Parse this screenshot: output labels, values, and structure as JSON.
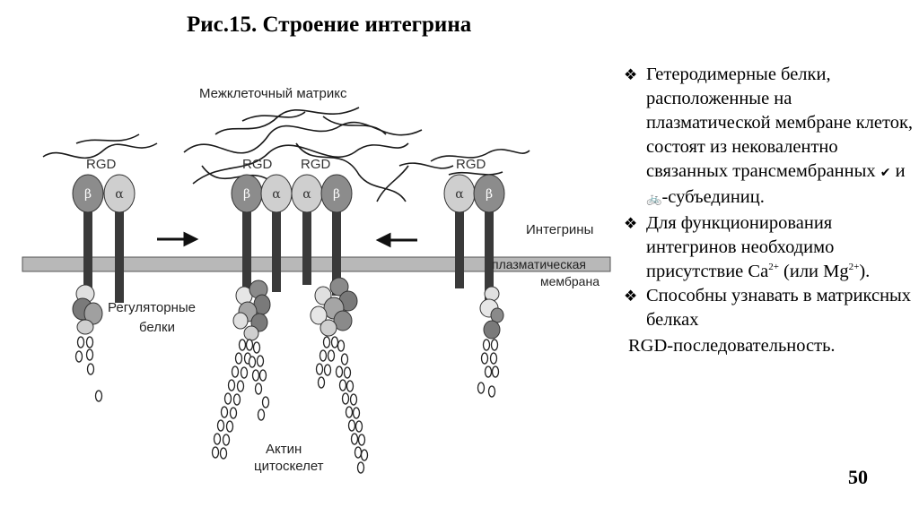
{
  "slide": {
    "title": "Рис.15. Строение интегрина",
    "page_number": "50"
  },
  "bullet_icon": "diamond-bullet-icon",
  "bullets": [
    {
      "text": "Гетеродимерные белки, расположенные на плазматической мембране клеток, состоят из нековалентно связанных трансмембранных",
      "symbol_alpha": "✔",
      "conjunction": "и",
      "symbol_beta": "🚲",
      "tail": "-субъединиц."
    },
    {
      "text": "Для функционирования интегринов необходимо присутствие Ca",
      "sup1": "2+",
      "mid": "(или Mg",
      "sup2": "2+",
      "end": ")."
    },
    {
      "text": "Способны узнавать в матриксных белках",
      "tail": "RGD-последовательность."
    }
  ],
  "diagram": {
    "matrix_label": "Межклеточный матрикс",
    "rgd_label": "RGD",
    "alpha": "α",
    "beta": "β",
    "integrins_label": "Интегрины",
    "membrane_label_line1": "плазматическая",
    "membrane_label_line2": "мембрана",
    "regulatory_line1": "Регуляторные",
    "regulatory_line2": "белки",
    "actin_line1": "Актин",
    "actin_line2": "цитоскелет"
  }
}
